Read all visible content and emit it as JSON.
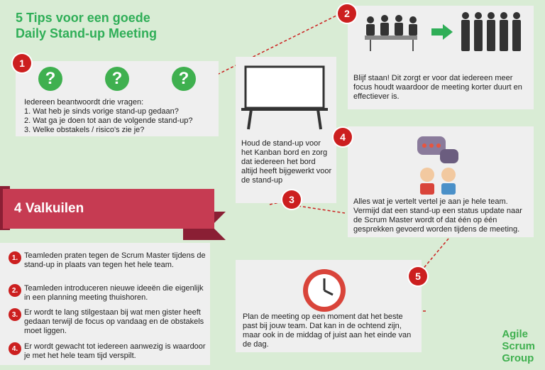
{
  "header": {
    "title_line1": "5 Tips voor een goede",
    "title_line2": "Daily Stand-up Meeting"
  },
  "tip1": {
    "number": "1",
    "marks": [
      "?",
      "?",
      "?"
    ],
    "intro": "Iedereen beantwoordt drie vragen:",
    "questions": [
      "1. Wat heb je sinds vorige stand-up gedaan?",
      "2. Wat ga je doen tot aan de volgende stand-up?",
      "3. Welke obstakels / risico's zie je?"
    ]
  },
  "tip2": {
    "number": "2",
    "text": "Blijf staan! Dit zorgt er voor dat iedereen meer focus houdt waardoor de meeting korter duurt en effectiever is."
  },
  "tip3": {
    "number": "3",
    "text": "Houd de stand-up voor het Kanban bord en zorg dat iedereen het bord altijd heeft bijgewerkt voor de stand-up"
  },
  "tip4": {
    "number": "4",
    "text": "Alles wat je vertelt vertel je aan je hele team. Vermijd dat een stand-up een status update naar de Scrum Master wordt of dat één op één gesprekken gevoerd worden tijdens de meeting."
  },
  "tip5": {
    "number": "5",
    "text": "Plan de meeting op een moment dat het beste past bij jouw team. Dat kan in de ochtend zijn, maar ook in de middag of juist aan het einde van de dag."
  },
  "valkuilen": {
    "title": "4 Valkuilen",
    "items": [
      {
        "num": "1.",
        "text": "Teamleden praten tegen de Scrum Master tijdens de stand-up in plaats van tegen het hele team."
      },
      {
        "num": "2.",
        "text": "Teamleden introduceren nieuwe ideeën die eigenlijk in een planning meeting thuishoren."
      },
      {
        "num": "3.",
        "text": "Er wordt te lang stilgestaan bij wat men gister heeft gedaan terwijl de focus op vandaag en de obstakels moet liggen."
      },
      {
        "num": "4.",
        "text": "Er wordt gewacht tot iedereen aanwezig is waardoor je met het hele team tijd verspilt."
      }
    ]
  },
  "logo": {
    "line1": "Agile",
    "line2": "Scrum",
    "line3": "Group"
  },
  "colors": {
    "green": "#3fb04f",
    "red": "#cc1f1f",
    "banner": "#c63b52",
    "card": "#efefef",
    "background": "#d9ecd5"
  }
}
